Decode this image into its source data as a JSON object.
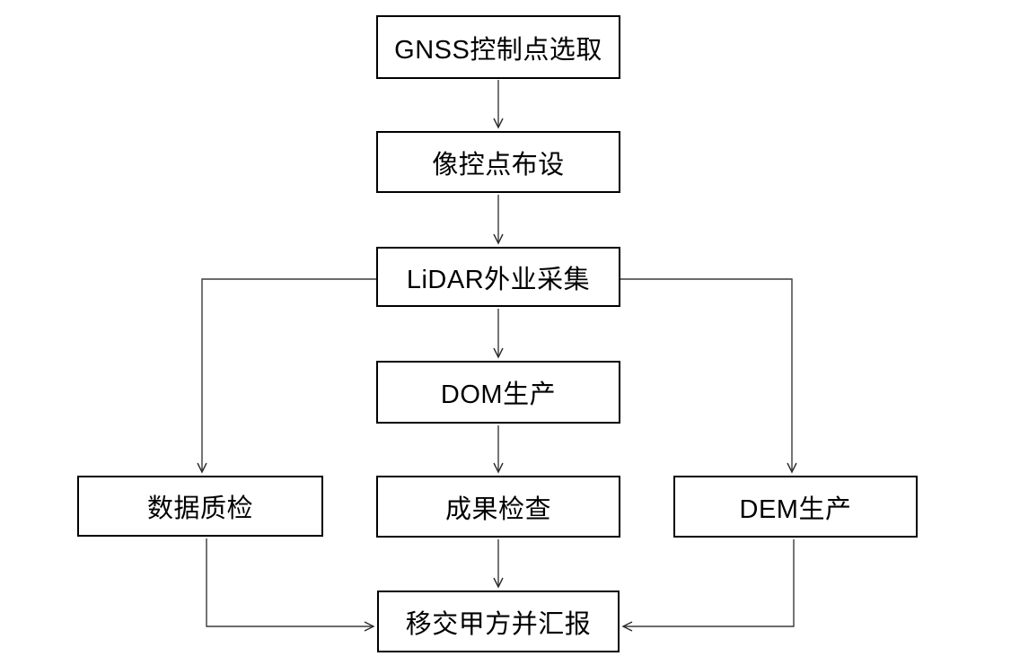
{
  "diagram": {
    "type": "flowchart",
    "background_color": "#ffffff",
    "box_border_color": "#000000",
    "line_color": "#3a3a3a",
    "text_color": "#000000",
    "nodes": [
      {
        "id": "gnss",
        "label": "GNSS控制点选取"
      },
      {
        "id": "xiangkong",
        "label": "像控点布设"
      },
      {
        "id": "lidar",
        "label": "LiDAR外业采集"
      },
      {
        "id": "dom",
        "label": "DOM生产"
      },
      {
        "id": "shuju",
        "label": "数据质检"
      },
      {
        "id": "chengguo",
        "label": "成果检查"
      },
      {
        "id": "dem",
        "label": "DEM生产"
      },
      {
        "id": "yijiao",
        "label": "移交甲方并汇报"
      }
    ],
    "edges": [
      {
        "from": "GNSS控制点选取",
        "to": "像控点布设",
        "style": "arrow-down"
      },
      {
        "from": "像控点布设",
        "to": "LiDAR外业采集",
        "style": "arrow-down"
      },
      {
        "from": "LiDAR外业采集",
        "to": "DOM生产",
        "style": "arrow-down"
      },
      {
        "from": "LiDAR外业采集",
        "to": "数据质检",
        "style": "elbow-left-then-down"
      },
      {
        "from": "LiDAR外业采集",
        "to": "DEM生产",
        "style": "elbow-right-then-down"
      },
      {
        "from": "DOM生产",
        "to": "成果检查",
        "style": "arrow-down"
      },
      {
        "from": "成果检查",
        "to": "移交甲方并汇报",
        "style": "arrow-down"
      },
      {
        "from": "数据质检",
        "to": "移交甲方并汇报",
        "style": "elbow-down-then-right"
      },
      {
        "from": "DEM生产",
        "to": "移交甲方并汇报",
        "style": "elbow-down-then-left"
      }
    ]
  }
}
